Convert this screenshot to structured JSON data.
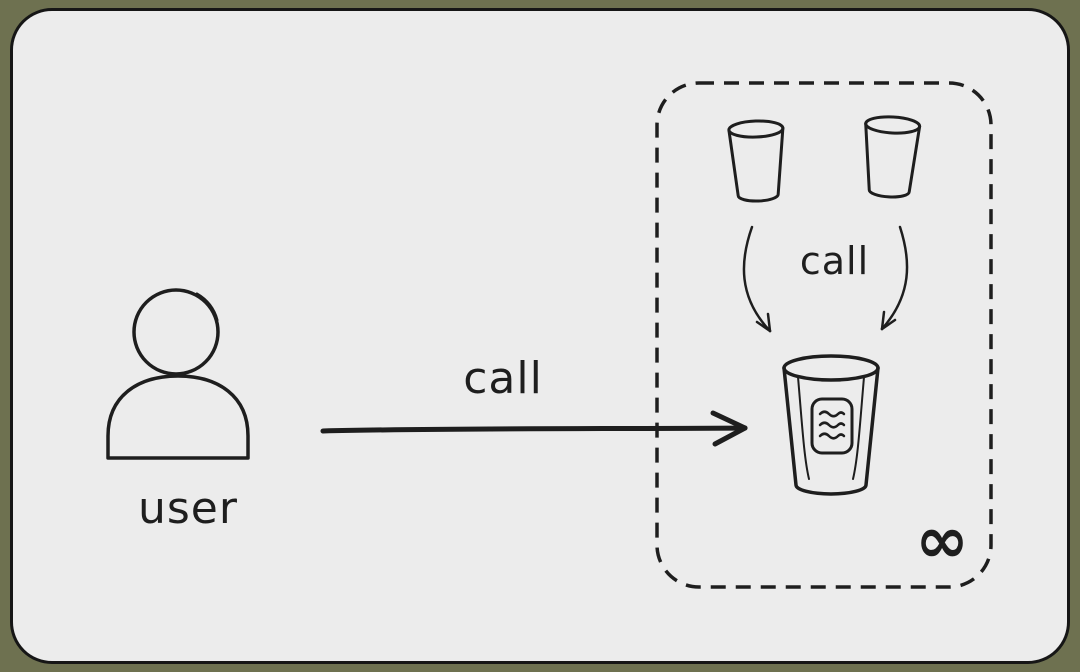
{
  "labels": {
    "user": "user",
    "call_main": "call",
    "call_inner": "call"
  },
  "icons": {
    "infinity": "∞",
    "person": "person-icon",
    "cup": "cup-icon",
    "bucket": "bucket-icon"
  },
  "colors": {
    "outer_background": "#6e7150",
    "canvas_background": "#ececec",
    "stroke": "#1e1e1e"
  }
}
